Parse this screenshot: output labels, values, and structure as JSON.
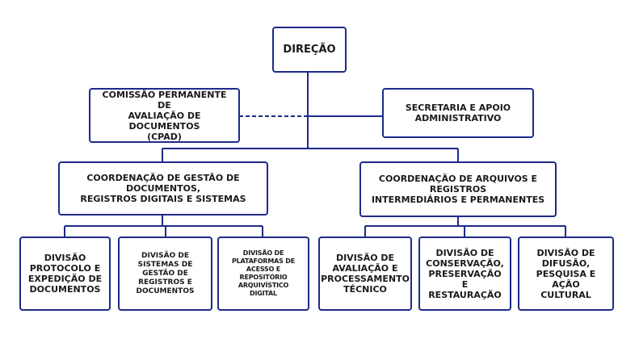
{
  "colors": {
    "line": "#1e2a8a",
    "text": "#1a1a1a",
    "background": "#ffffff"
  },
  "nodes": {
    "direcao": "DIREÇÃO",
    "cpad": "COMISSÃO PERMANENTE DE\nAVALIAÇÃO DE DOCUMENTOS\n(CPAD)",
    "secretaria": "SECRETARIA E APOIO\nADMINISTRATIVO",
    "coord_gestao": "COORDENAÇÃO DE GESTÃO DE DOCUMENTOS,\nREGISTROS DIGITAIS E SISTEMAS",
    "coord_arquivos": "COORDENAÇÃO DE ARQUIVOS E REGISTROS\nINTERMEDIÁRIOS E PERMANENTES",
    "div_protocolo": "DIVISÃO\nPROTOCOLO E\nEXPEDIÇÃO DE\nDOCUMENTOS",
    "div_sistemas": "DIVISÃO DE\nSISTEMAS DE\nGESTÃO DE\nREGISTROS E\nDOCUMENTOS",
    "div_plataformas": "DIVISÃO DE\nPLATAFORMAS DE\nACESSO E REPOSITÓRIO\nARQUIVÍSTICO DIGITAL",
    "div_avaliacao": "DIVISÃO DE\nAVALIAÇÃO E\nPROCESSAMENTO\nTÉCNICO",
    "div_conservacao": "DIVISÃO DE\nCONSERVAÇÃO,\nPRESERVAÇÃO E\nRESTAURAÇÃO",
    "div_difusao": "DIVISÃO DE\nDIFUSÃO,\nPESQUISA E AÇÃO\nCULTURAL"
  }
}
